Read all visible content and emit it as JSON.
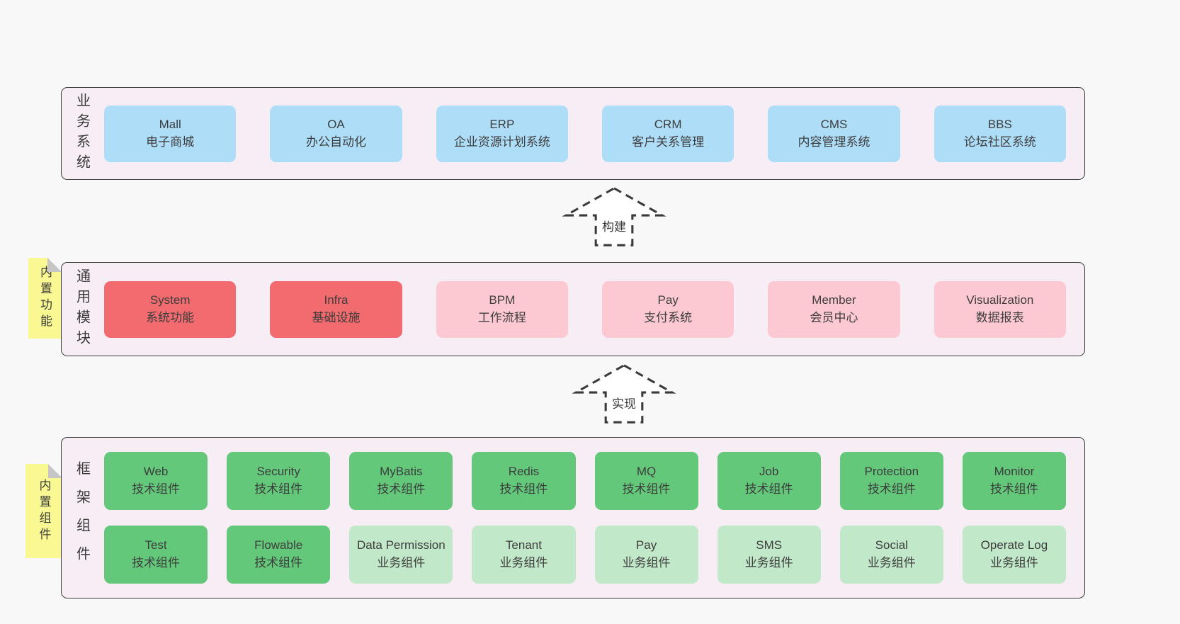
{
  "palette": {
    "page_bg": "#f8f8f8",
    "layer_bg": "#f7edf5",
    "layer_border": "#3c3c3c",
    "blue_box": "#aeddf8",
    "red_box": "#f16b6f",
    "pink_box": "#fcc9d2",
    "green_dark_box": "#63c87a",
    "green_light_box": "#c2e8ca",
    "note_yellow": "#f9f893",
    "text": "#3d3d3d"
  },
  "arrows": [
    {
      "label": "构建"
    },
    {
      "label": "实现"
    }
  ],
  "layers": [
    {
      "label": "业务系统",
      "boxes": [
        {
          "name": "Mall",
          "desc": "电子商城"
        },
        {
          "name": "OA",
          "desc": "办公自动化"
        },
        {
          "name": "ERP",
          "desc": "企业资源计划系统"
        },
        {
          "name": "CRM",
          "desc": "客户关系管理"
        },
        {
          "name": "CMS",
          "desc": "内容管理系统"
        },
        {
          "name": "BBS",
          "desc": "论坛社区系统"
        }
      ]
    },
    {
      "label": "通用模块",
      "note": "内置功能",
      "boxes": [
        {
          "name": "System",
          "desc": "系统功能"
        },
        {
          "name": "Infra",
          "desc": "基础设施"
        },
        {
          "name": "BPM",
          "desc": "工作流程"
        },
        {
          "name": "Pay",
          "desc": "支付系统"
        },
        {
          "name": "Member",
          "desc": "会员中心"
        },
        {
          "name": "Visualization",
          "desc": "数据报表"
        }
      ]
    },
    {
      "label": "框架组件",
      "note": "内置组件",
      "rows": [
        [
          {
            "name": "Web",
            "desc": "技术组件"
          },
          {
            "name": "Security",
            "desc": "技术组件"
          },
          {
            "name": "MyBatis",
            "desc": "技术组件"
          },
          {
            "name": "Redis",
            "desc": "技术组件"
          },
          {
            "name": "MQ",
            "desc": "技术组件"
          },
          {
            "name": "Job",
            "desc": "技术组件"
          },
          {
            "name": "Protection",
            "desc": "技术组件"
          },
          {
            "name": "Monitor",
            "desc": "技术组件"
          }
        ],
        [
          {
            "name": "Test",
            "desc": "技术组件"
          },
          {
            "name": "Flowable",
            "desc": "技术组件"
          },
          {
            "name": "Data Permission",
            "desc": "业务组件"
          },
          {
            "name": "Tenant",
            "desc": "业务组件"
          },
          {
            "name": "Pay",
            "desc": "业务组件"
          },
          {
            "name": "SMS",
            "desc": "业务组件"
          },
          {
            "name": "Social",
            "desc": "业务组件"
          },
          {
            "name": "Operate Log",
            "desc": "业务组件"
          }
        ]
      ]
    }
  ]
}
